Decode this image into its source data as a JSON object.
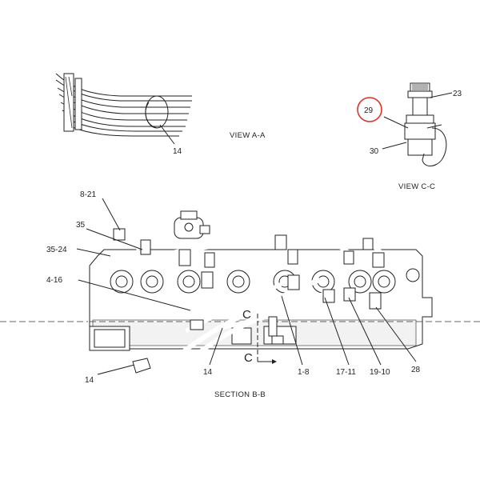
{
  "views": {
    "view_aa": "VIEW A-A",
    "view_cc": "VIEW C-C",
    "section_bb": "SECTION B-B"
  },
  "callouts": {
    "c14_top": "14",
    "c23": "23",
    "c29": "29",
    "c30": "30",
    "c8_21": "8-21",
    "c35": "35",
    "c35_24": "35-24",
    "c4_16": "4-16",
    "c14_left": "14",
    "c14_mid": "14",
    "c1_8": "1-8",
    "c17_11": "17-11",
    "c19_10": "19-10",
    "c28": "28"
  },
  "section_marks": {
    "c_upper": "C",
    "c_lower": "C"
  },
  "colors": {
    "highlight": "#d9342b",
    "line": "#222222"
  }
}
